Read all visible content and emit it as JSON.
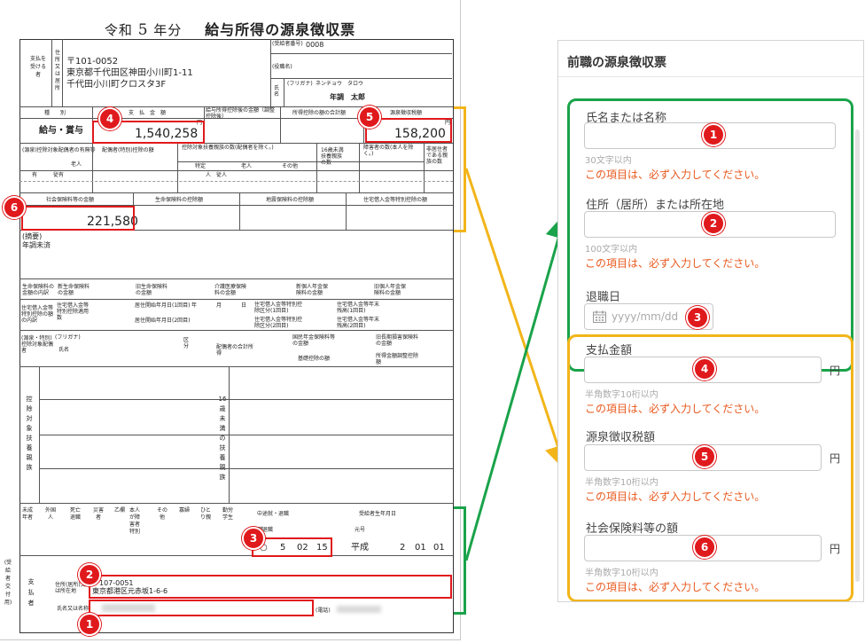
{
  "document": {
    "era_label": "令和",
    "year_number": "5",
    "year_suffix": "年分",
    "title": "給与所得の源泉徴収票",
    "recipient_number_label": "(受給者番号)",
    "recipient_number": "0008",
    "payee_label": "支払を受ける者",
    "address_label": "住所又は居所",
    "postal_code": "〒101-0052",
    "address_line1": "東京都千代田区神田小川町1-11",
    "address_line2": "千代田小川町クロスタ3F",
    "position_label": "(役職名)",
    "name_label": "氏名",
    "furigana_label": "(フリガナ)",
    "furigana_value": "ネンチョウ　タロウ",
    "name_value": "年調　太郎",
    "col_type": "種　　別",
    "col_payment": "支　払　金　額",
    "col_deduction": "給与所得控除後の金額（調整控除後）",
    "col_income_deduction": "所得控除の額の合計額",
    "col_tax": "源泉徴収税額",
    "type_value": "給与・賞与",
    "yen_unit": "円",
    "payment_amount": "1,540,258",
    "tax_amount": "158,200",
    "spouse_label": "(源泉)控除対象配偶者の有無等",
    "spouse_special_label": "配偶者(特別)控除の額",
    "dependents_label": "控除対象扶養親族の数(配偶者を除く。)",
    "under16_label": "16歳未満扶養親族の数",
    "disabled_label": "障害者の数(本人を除く。)",
    "nonresident_label": "非居住者である親族の数",
    "sub_special": "特定",
    "sub_elderly": "老人",
    "sub_other": "その他",
    "sub_elderly2": "老人",
    "sub_exists": "有",
    "sub_followers": "従有",
    "sub_person": "人",
    "sub_inner": "従人",
    "social_ins_label": "社会保険料等の金額",
    "life_ins_label": "生命保険料の控除額",
    "quake_ins_label": "地震保険料の控除額",
    "housing_label": "住宅借入金等特別控除の額",
    "social_ins_amount": "221,580",
    "summary_label": "(摘要)",
    "summary_value": "年調未済",
    "life_breakdown_label": "生命保険料の金額の内訳",
    "new_life_label": "新生命保険料の金額",
    "old_life_label": "旧生命保険料の金額",
    "care_label": "介護医療保険料の金額",
    "new_pension_label": "新個人年金保険料の金額",
    "old_pension_label": "旧個人年金保険料の金額",
    "housing_breakdown_label": "住宅借入金等特別控除の額の内訳",
    "housing_count_label": "住宅借入金等特別控除適用数",
    "residence_date_label": "居住開始年月日(1回目)",
    "residence_date2_label": "居住開始年月日(2回目)",
    "year_char": "年",
    "month_char": "月",
    "day_char": "日",
    "housing_kind_label": "住宅借入金等特別控除区分(1回目)",
    "housing_kind2_label": "住宅借入金等特別控除区分(2回目)",
    "housing_balance_label": "住宅借入金等年末残高(1回目)",
    "housing_balance2_label": "住宅借入金等年末残高(2回目)",
    "spouse_block_label": "(源泉・特別)控除対象配偶者",
    "spouse_name_label": "氏名",
    "kubun_label": "区分",
    "spouse_income_label": "配偶者の合計所得",
    "national_pension_label": "国民年金保険料等の金額",
    "basic_deduction_label": "基礎控除の額",
    "old_longterm_label": "旧長期損害保険料の金額",
    "adjust_label": "所得金額調整控除額",
    "dependents_block_label": "控除対象扶養親族",
    "under16_block_label": "16歳未満の扶養親族",
    "bottom_headers": [
      "未成年者",
      "外国人",
      "死亡退職",
      "災害者",
      "乙欄",
      "本人が障害者 特別",
      "その他",
      "寡婦",
      "ひとり親",
      "勤労学生"
    ],
    "midyear_label": "中途就・退職",
    "birthdate_label": "受給者生年月日",
    "hire_label": "就職",
    "retire_label": "退職",
    "era_header": "元号",
    "retire_mark": "○",
    "retire_year": "5",
    "retire_month": "02",
    "retire_day": "15",
    "birth_era": "平成",
    "birth_year": "2",
    "birth_month": "01",
    "birth_day": "01",
    "payer_side_label": "(受給者交付用)",
    "payer_label": "支払者",
    "payer_address_label": "住所(居所)又は所在地",
    "payer_postal": "〒107-0051",
    "payer_address": "東京都港区元赤坂1-6-6",
    "payer_name_label": "氏名又は名称",
    "phone_label": "(電話)"
  },
  "form": {
    "title": "前職の源泉徴収票",
    "group1": [
      {
        "label": "氏名または名称",
        "number": "1",
        "hint": "30文字以内",
        "error": "この項目は、必ず入力してください。"
      },
      {
        "label": "住所（居所）または所在地",
        "number": "2",
        "hint": "100文字以内",
        "error": "この項目は、必ず入力してください。"
      },
      {
        "label": "退職日",
        "number": "3",
        "placeholder": "yyyy/mm/dd"
      }
    ],
    "group2": [
      {
        "label": "支払金額",
        "number": "4",
        "hint": "半角数字10桁以内",
        "error": "この項目は、必ず入力してください。",
        "unit": "円"
      },
      {
        "label": "源泉徴収税額",
        "number": "5",
        "hint": "半角数字10桁以内",
        "error": "この項目は、必ず入力してください。",
        "unit": "円"
      },
      {
        "label": "社会保険料等の額",
        "number": "6",
        "hint": "半角数字10桁以内",
        "error": "この項目は、必ず入力してください。",
        "unit": "円"
      }
    ]
  },
  "colors": {
    "highlight_red": "#e0191c",
    "group1_green": "#1aa34a",
    "group2_yellow": "#f2b51a",
    "error_orange": "#e8591e"
  },
  "icons": [
    "calendar-icon"
  ]
}
